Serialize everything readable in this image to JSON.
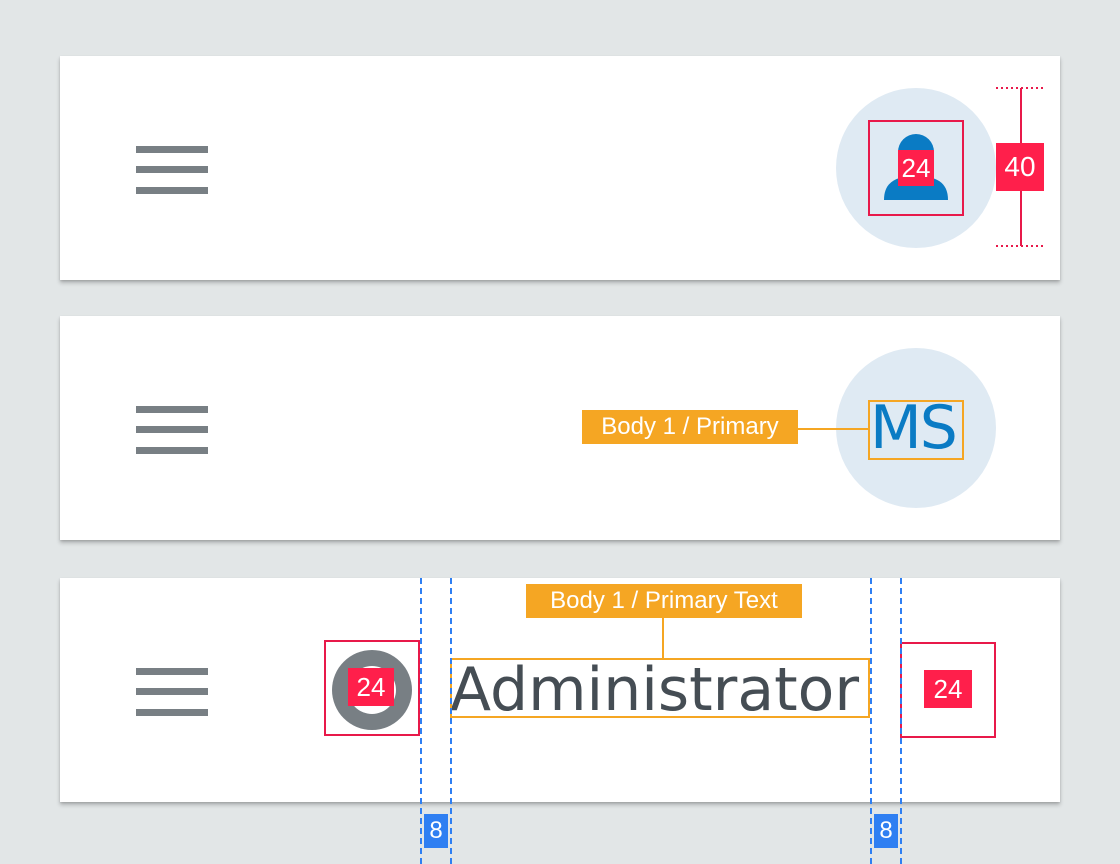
{
  "variant_icon": {
    "icon_size_label": "24",
    "avatar_height_label": "40",
    "icon": "user-icon"
  },
  "variant_initials": {
    "initials": "MS",
    "typography_label": "Body 1 / Primary"
  },
  "variant_name": {
    "name": "Administrator",
    "typography_label": "Body 1 / Primary Text",
    "leading_icon_size_label": "24",
    "trailing_icon_size_label": "24",
    "left_spacing_label": "8",
    "right_spacing_label": "8"
  },
  "colors": {
    "background": "#e2e6e7",
    "card": "#ffffff",
    "hamburger": "#787f84",
    "avatar_bg": "#dfeaf3",
    "primary": "#0a7bc4",
    "text_primary": "#454d54",
    "redline": "#ff1f4b",
    "type_annotation": "#f5a623",
    "spacing_annotation": "#2f7ff2"
  }
}
